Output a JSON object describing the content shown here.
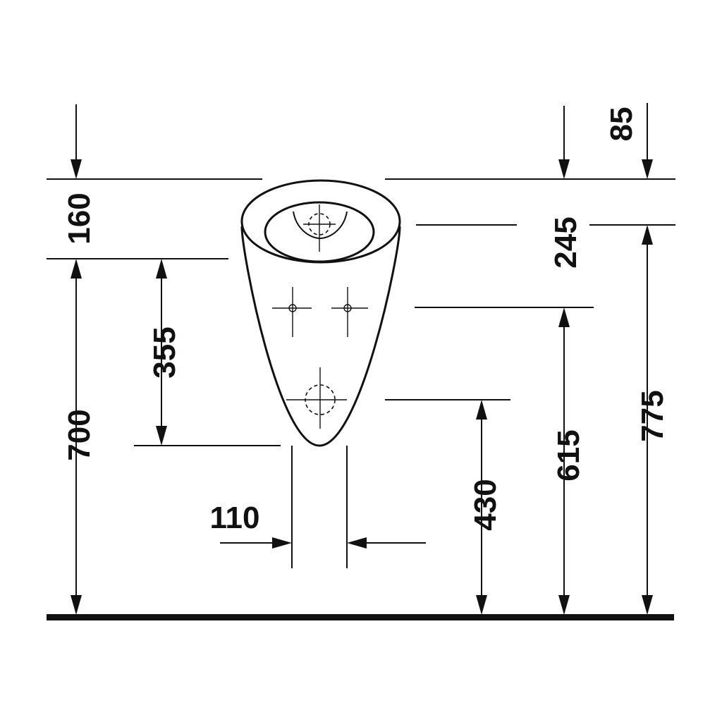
{
  "colors": {
    "line": "#111111",
    "background": "#ffffff"
  },
  "dimensions": {
    "d85": "85",
    "d160": "160",
    "d245": "245",
    "d355": "355",
    "d700": "700",
    "d110": "110",
    "d430": "430",
    "d615": "615",
    "d775": "775"
  }
}
